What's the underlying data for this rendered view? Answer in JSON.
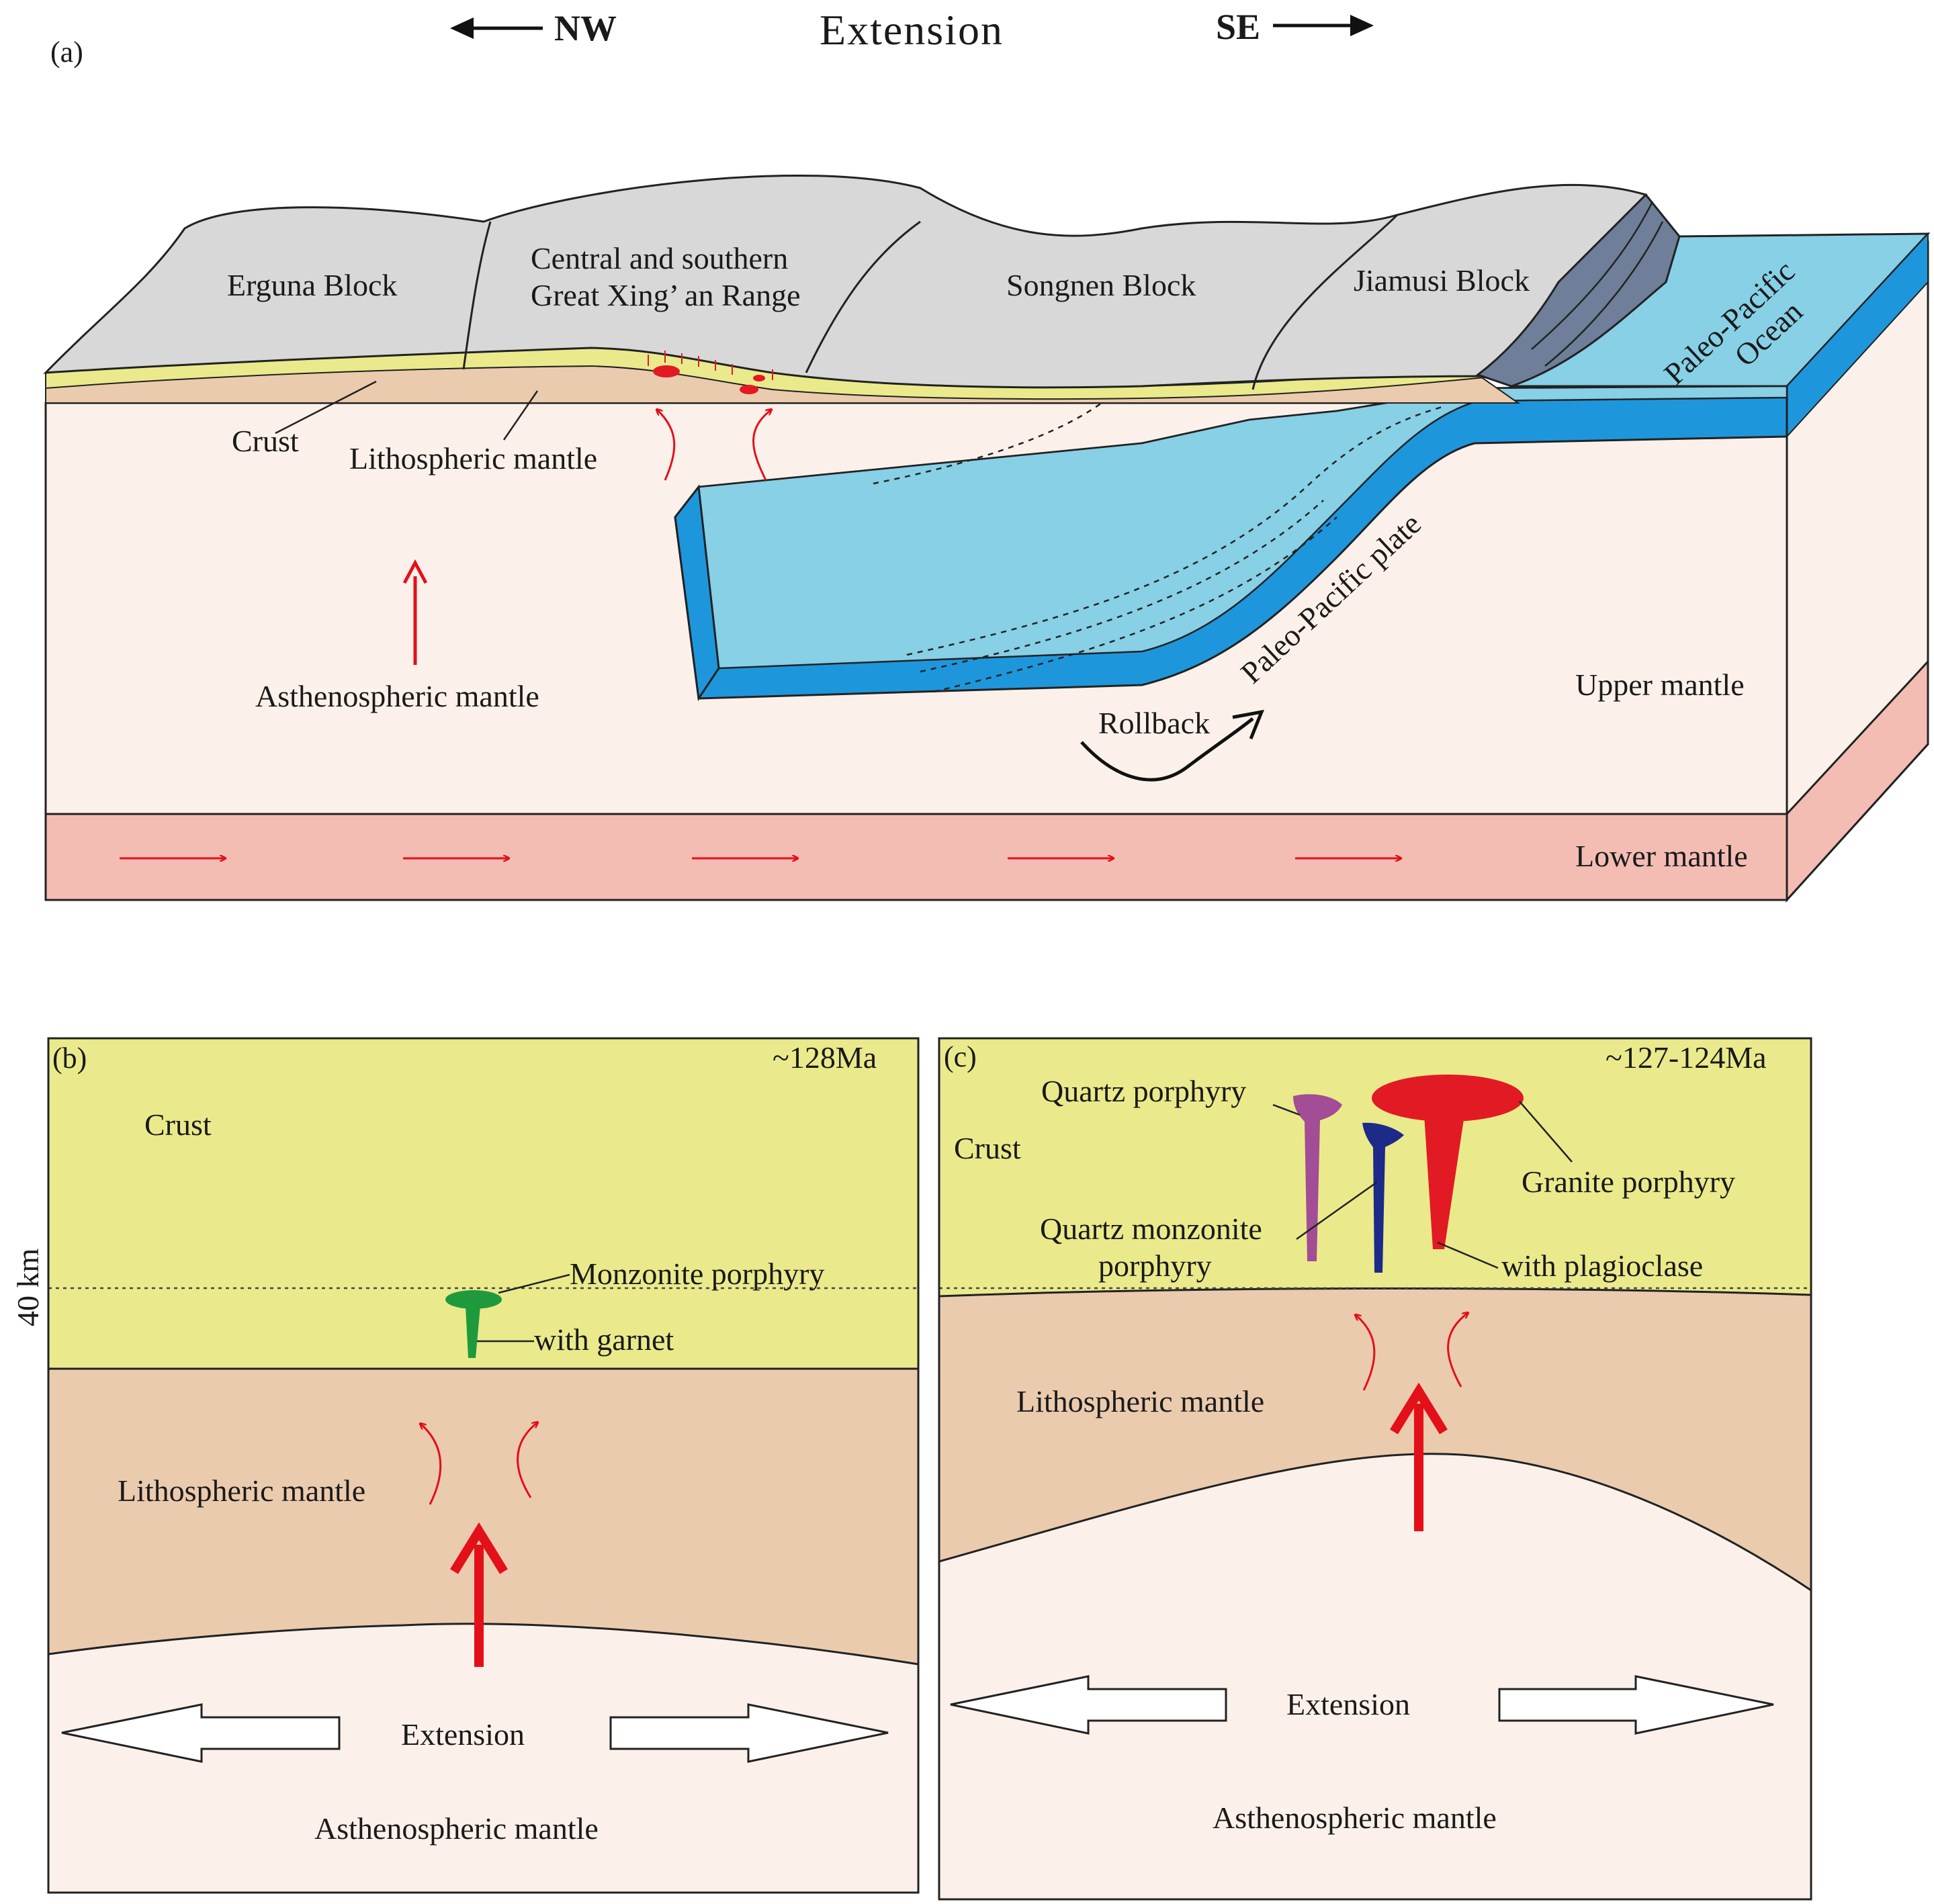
{
  "panel_a": {
    "tag": "(a)",
    "top": {
      "left_dir": "NW",
      "title": "Extension",
      "right_dir": "SE"
    },
    "blocks": {
      "erguna": "Erguna Block",
      "great_xingan_1": "Central and southern",
      "great_xingan_2": "Great Xing’ an Range",
      "songnen": "Songnen Block",
      "jiamusi": "Jiamusi Block"
    },
    "ocean_1": "Paleo-Pacific",
    "ocean_2": "Ocean",
    "crust": "Crust",
    "lith_mantle": "Lithospheric mantle",
    "asth_mantle": "Asthenospheric mantle",
    "plate": "Paleo-Pacific plate",
    "rollback": "Rollback",
    "upper_mantle": "Upper mantle",
    "lower_mantle": "Lower mantle"
  },
  "panel_b": {
    "tag": "(b)",
    "age": "~128Ma",
    "crust": "Crust",
    "depth": "40 km",
    "rock": "Monzonite porphyry",
    "rock_note": "with garnet",
    "lith_mantle": "Lithospheric mantle",
    "extension": "Extension",
    "asth_mantle": "Asthenospheric mantle"
  },
  "panel_c": {
    "tag": "(c)",
    "age": "~127-124Ma",
    "crust": "Crust",
    "quartz_porphyry": "Quartz porphyry",
    "granite_porphyry": "Granite porphyry",
    "qm_porphyry_1": "Quartz monzonite",
    "qm_porphyry_2": "porphyry",
    "plagioclase": "with plagioclase",
    "lith_mantle": "Lithospheric mantle",
    "extension": "Extension",
    "asth_mantle": "Asthenospheric mantle"
  },
  "colors": {
    "block_grey": "#d8d8d8",
    "crust_yellow": "#eaea8c",
    "lith_tan": "#ebcbae",
    "mantle_cream": "#fcf1ea",
    "lower_mantle_pink": "#f4bdb4",
    "ocean_light": "#87d0e6",
    "ocean_dark": "#1e96dc",
    "slate": "#6f7e99",
    "arrow_red": "#e3101a",
    "green": "#1e9a3c",
    "purple": "#a24d95",
    "navy": "#1d2a8a",
    "red_intrusion": "#e21a23"
  }
}
